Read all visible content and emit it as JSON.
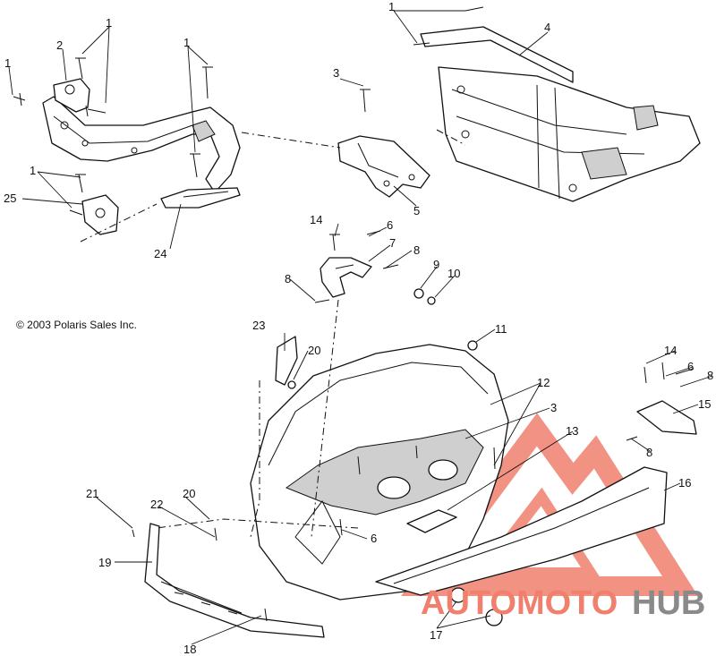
{
  "copyright": "© 2003 Polaris Sales Inc.",
  "watermark": {
    "part1": "AUTOMOTO",
    "part2": "HUB",
    "accent_color": "#f07f6e",
    "secondary_color": "#8a8a8a"
  },
  "callouts": {
    "c1a": "1",
    "c1b": "1",
    "c1c": "1",
    "c1d": "1",
    "c1e": "1",
    "c2": "2",
    "c3a": "3",
    "c3b": "3",
    "c4": "4",
    "c5": "5",
    "c6a": "6",
    "c6b": "6",
    "c6c": "6",
    "c7": "7",
    "c8a": "8",
    "c8b": "8",
    "c8c": "8",
    "c8d": "8",
    "c9": "9",
    "c10": "10",
    "c11": "11",
    "c12": "12",
    "c13": "13",
    "c14a": "14",
    "c14b": "14",
    "c15": "15",
    "c16": "16",
    "c17": "17",
    "c18": "18",
    "c19": "19",
    "c20a": "20",
    "c20b": "20",
    "c21": "21",
    "c22": "22",
    "c23": "23",
    "c24": "24",
    "c25": "25"
  }
}
